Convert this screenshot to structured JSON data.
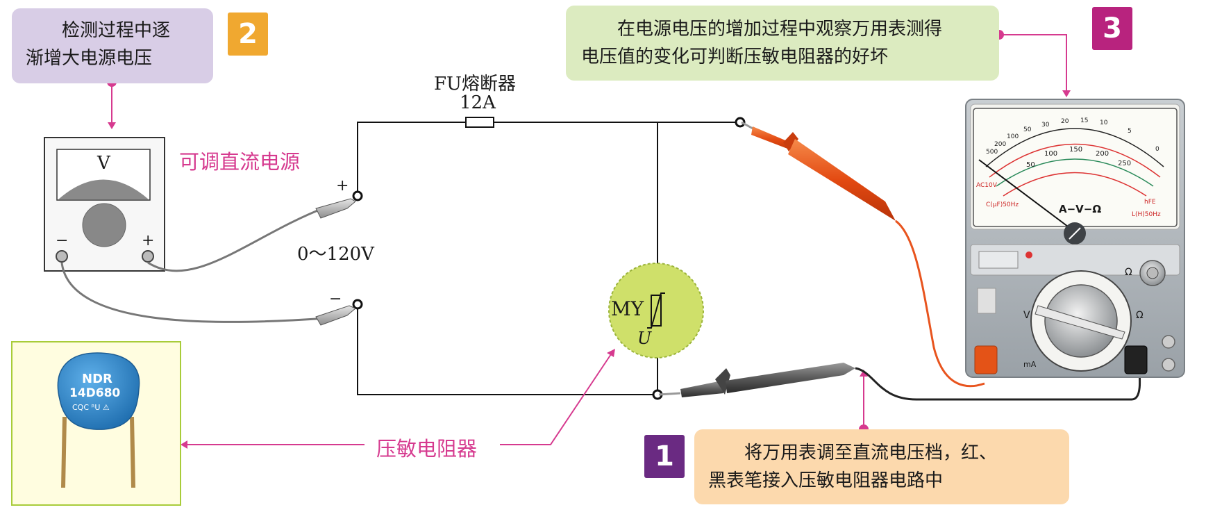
{
  "callouts": {
    "step2": {
      "number": "2",
      "line1": "检测过程中逐",
      "line2": "渐增大电源电压"
    },
    "step3": {
      "number": "3",
      "line1": "在电源电压的增加过程中观察万用表测得",
      "line2": "电压值的变化可判断压敏电阻器的好坏"
    },
    "step1": {
      "number": "1",
      "line1": "将万用表调至直流电压档，红、",
      "line2": "黑表笔接入压敏电阻器电路中"
    }
  },
  "circuit": {
    "fuse_name": "FU熔断器",
    "fuse_rating": "12A",
    "voltage_range": "0～120V",
    "supply_label": "可调直流电源",
    "plus_terminal": "+",
    "minus_terminal": "−",
    "varistor_symbol": "MY",
    "varistor_u": "U",
    "varistor_label": "压敏电阻器"
  },
  "power_supply": {
    "meter_letter": "V",
    "minus": "−",
    "plus": "+"
  },
  "component_photo": {
    "line1": "NDR",
    "line2": "14D680",
    "marks": "CQC ᴿU ⚠"
  },
  "multimeter": {
    "center_label": "A−V−Ω",
    "scale_top": [
      "500",
      "200",
      "100",
      "50",
      "30",
      "20",
      "15",
      "10",
      "5",
      "0"
    ],
    "scale_mid": [
      "50",
      "100",
      "150",
      "200",
      "250"
    ],
    "left_labels": [
      "AC10V",
      "C(μF)50Hz"
    ],
    "right_labels": [
      "hFE",
      "L(H)50Hz"
    ],
    "range_labels": {
      "v": "V",
      "ohm": "Ω",
      "ma": "mA"
    }
  },
  "colors": {
    "accent_magenta": "#d63a8f",
    "probe_red": "#e8541e",
    "probe_black": "#555555",
    "varistor_fill": "#cfe06a",
    "component_blue": "#2e86c8"
  }
}
